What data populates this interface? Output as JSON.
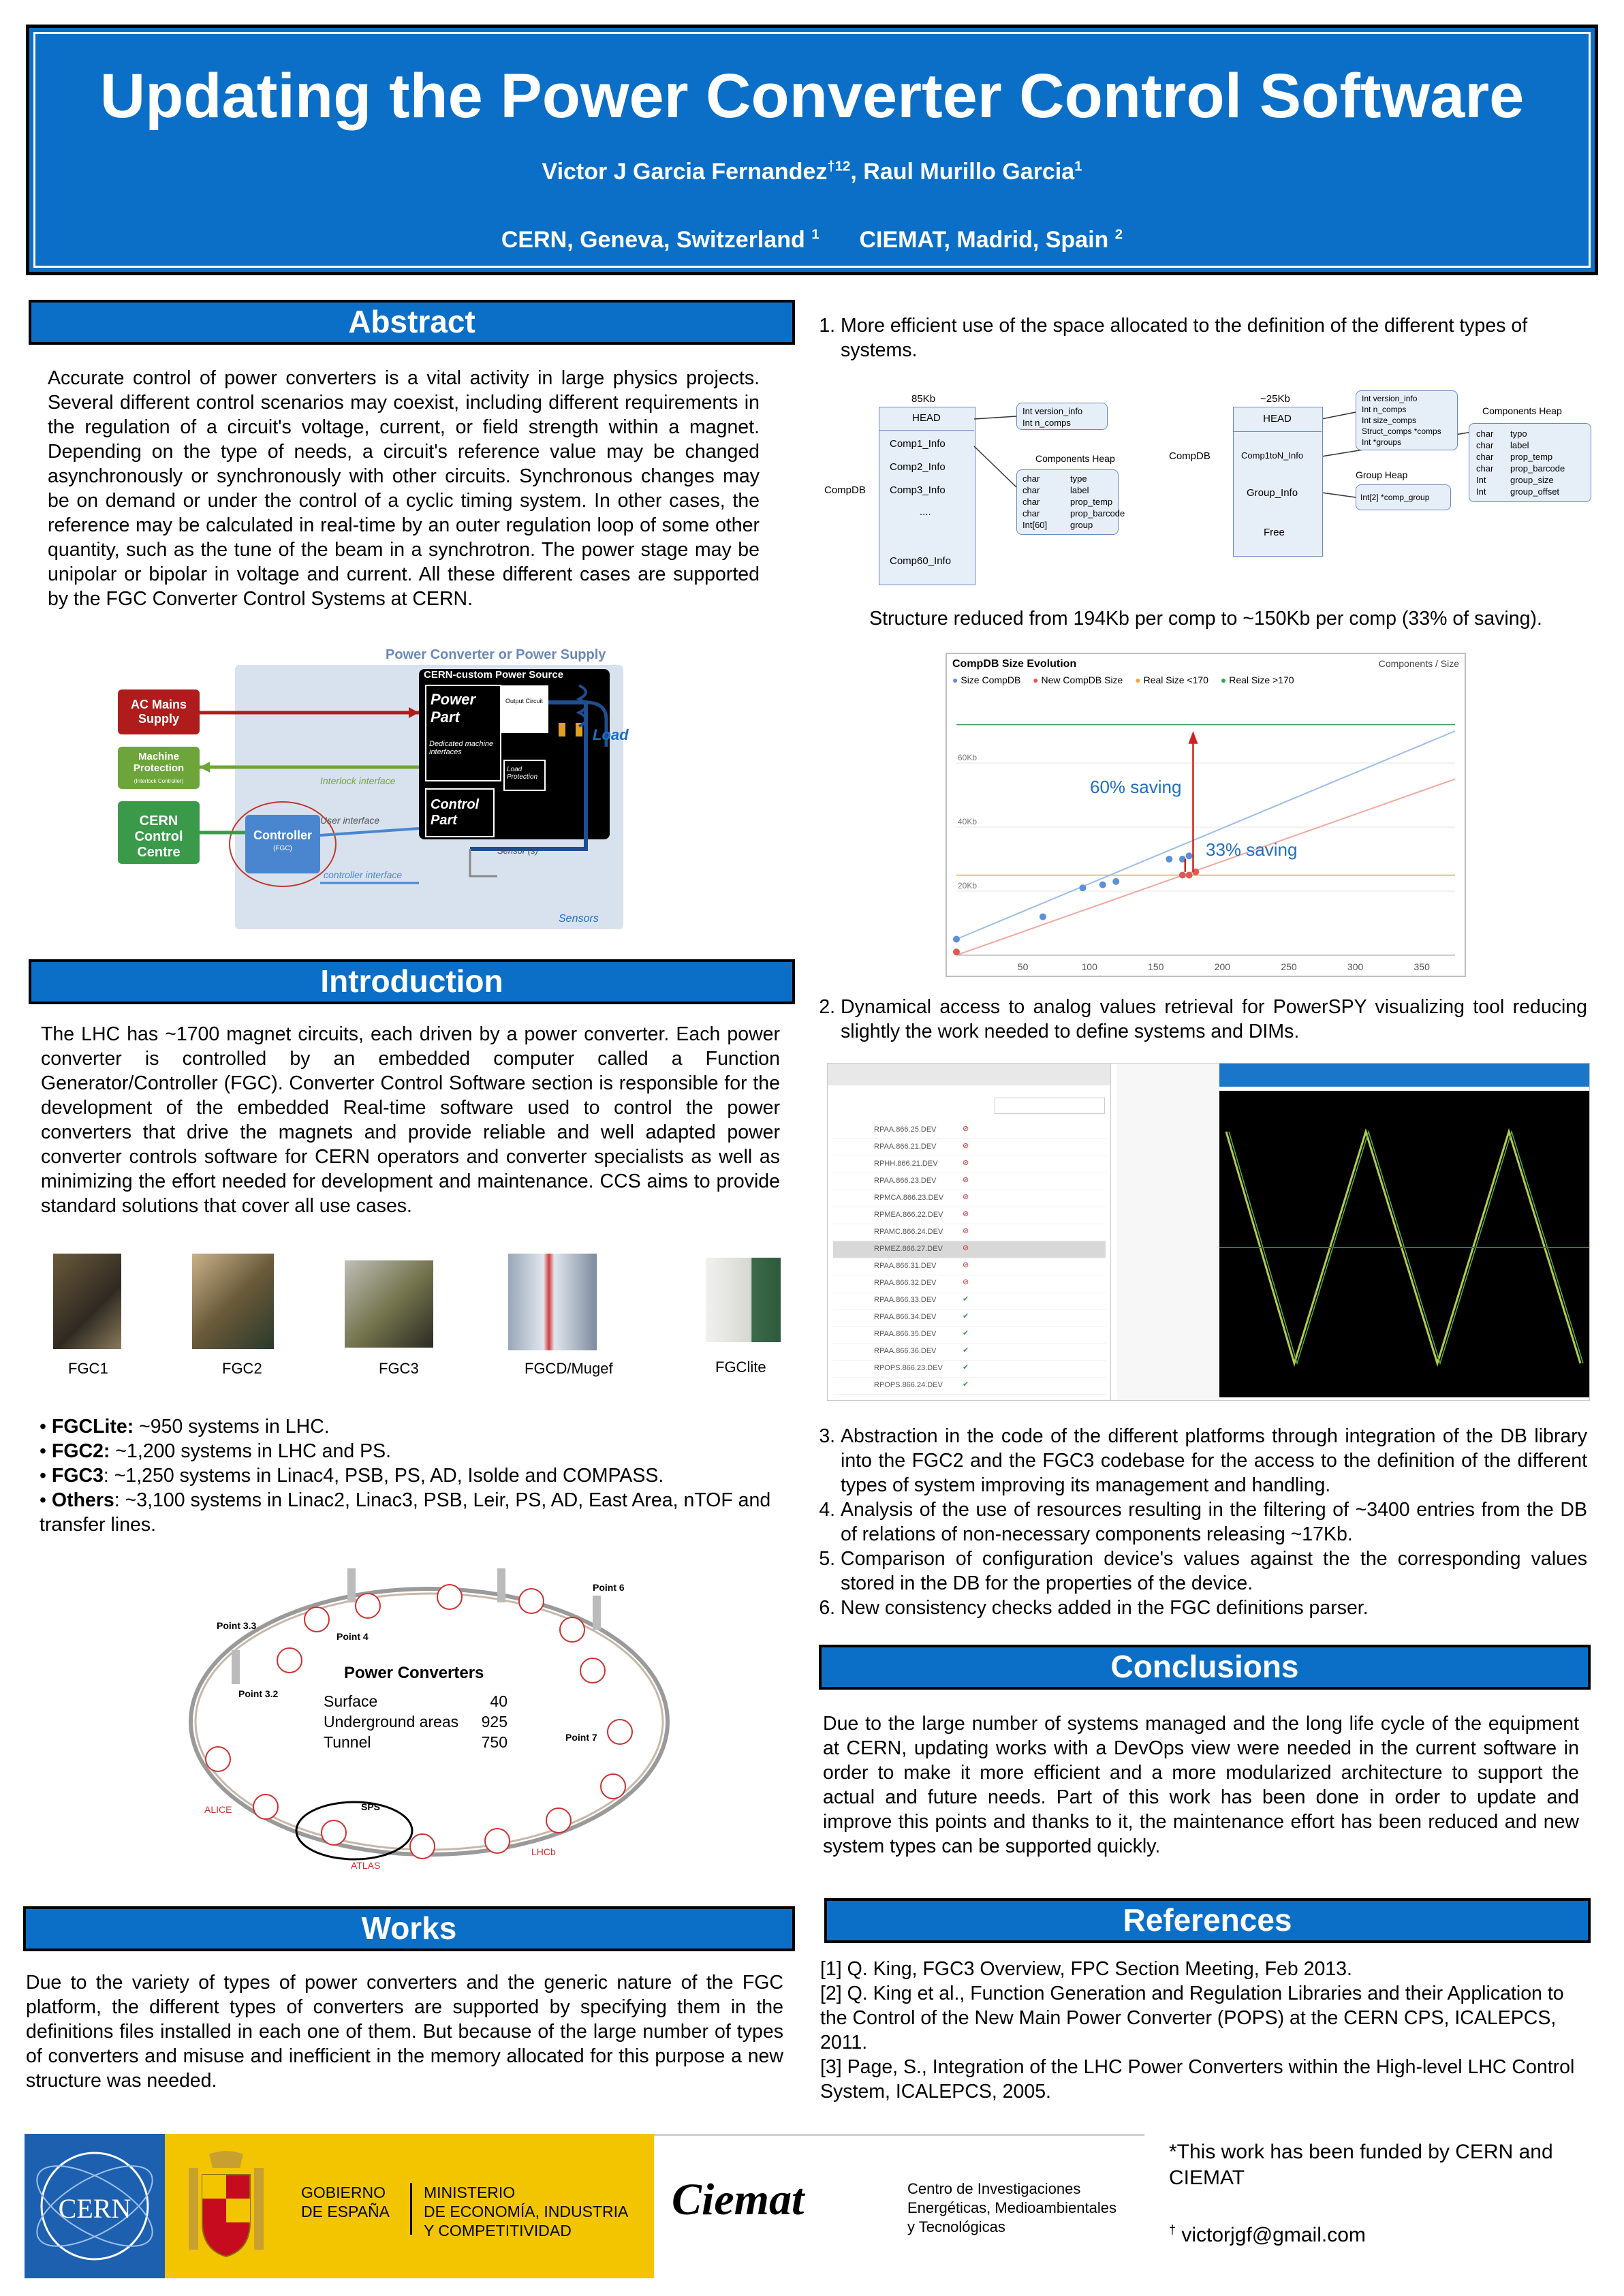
{
  "header": {
    "title": "Updating the Power Converter Control Software",
    "authors": "Victor J Garcia Fernandez",
    "author1_sup": "†12",
    "author2": ", Raul Murillo Garcia",
    "author2_sup": "1",
    "affil1": "CERN, Geneva, Switzerland",
    "affil1_sup": "1",
    "affil2": "CIEMAT, Madrid, Spain",
    "affil2_sup": "2"
  },
  "abstract": {
    "title": "Abstract",
    "text": "Accurate control of power converters is a vital activity in large physics projects. Several different control scenarios may coexist, including different requirements in the regulation of a circuit's voltage, current, or field strength within a magnet. Depending on the type of needs, a circuit's reference value may be changed asynchronously or synchronously with other circuits. Synchronous changes may be on demand or under the control of a cyclic timing system. In other cases, the reference may be calculated in real-time by an outer regulation loop of some other quantity, such as the tune of the beam in a synchrotron. The power stage may be unipolar or bipolar in voltage and current. All these different cases are supported by the FGC Converter Control Systems at CERN.",
    "diagram": {
      "outer_title": "Power Converter or Power Supply",
      "source_title": "CERN-custom Power Source",
      "ac_mains": "AC Mains Supply",
      "machine_protection": "Machine Protection",
      "machine_protection_sub": "(Interlock Controller)",
      "cern_control": "CERN Control Centre",
      "controller": "Controller",
      "controller_sub": "(FGC)",
      "power_part": "Power Part",
      "output_circuit": "Output Circuit",
      "dedicated": "Dedicated machine interfaces",
      "load_protection": "Load Protection",
      "control_part": "Control Part",
      "load": "Load",
      "interlock_interface": "Interlock interface",
      "user_interface": "User interface",
      "controller_interface": "controller interface",
      "sensor": "Sensor (s)",
      "sensors": "Sensors"
    }
  },
  "introduction": {
    "title": "Introduction",
    "text": "The LHC has ~1700 magnet circuits, each driven by a power converter. Each power converter is controlled by an embedded computer called a Function Generator/Controller (FGC). Converter Control Software section is responsible for the development of the embedded Real-time software used to control the power converters that drive the magnets and provide reliable and well adapted power converter controls software for CERN operators and converter specialists as well as minimizing the effort needed for development and maintenance. CCS aims to provide standard solutions that cover all use cases.",
    "devices": [
      "FGC1",
      "FGC2",
      "FGC3",
      "FGCD/Mugef",
      "FGClite"
    ],
    "bullets": [
      {
        "name": "FGCLite:",
        "text": " ~950 systems in LHC."
      },
      {
        "name": "FGC2:",
        "text": " ~1,200 systems in LHC and PS."
      },
      {
        "name": "FGC3",
        "text": ": ~1,250 systems in Linac4, PSB, PS, AD, Isolde and COMPASS."
      },
      {
        "name": "Others",
        "text": ": ~3,100 systems in Linac2, Linac3, PSB, Leir, PS, AD, East Area, nTOF and transfer lines."
      }
    ],
    "map": {
      "title": "Power Converters",
      "rows": [
        {
          "label": "Surface",
          "value": "40"
        },
        {
          "label": "Underground areas",
          "value": "925"
        },
        {
          "label": "Tunnel",
          "value": "750"
        }
      ],
      "points": [
        "Point 3.3",
        "Point 3.2",
        "Point 4",
        "Point 6",
        "Point 7",
        "SPS",
        "ALICE",
        "ATLAS",
        "LHCb"
      ]
    }
  },
  "works": {
    "title": "Works",
    "text": "Due to the variety of types of power converters and the generic nature of the FGC platform, the different types of converters are supported by specifying them in the definitions files installed in each one of them. But because of the large number of types of converters and misuse and inefficient in the memory allocated for this purpose a new structure was needed."
  },
  "right": {
    "item1": "More efficient use of the space allocated to the definition of the different types of systems.",
    "struct_caption": "Structure reduced from 194Kb per comp to ~150Kb per comp (33% of saving).",
    "old_struct": {
      "size": "85Kb",
      "head": "HEAD",
      "rows": [
        "Comp1_Info",
        "Comp2_Info",
        "Comp3_Info",
        "....",
        "Comp60_Info"
      ],
      "label": "CompDB",
      "header_fields": [
        "Int version_info",
        "Int n_comps"
      ],
      "heap_title": "Components Heap",
      "heap_types": [
        "char",
        "char",
        "char",
        "char",
        "Int[60]"
      ],
      "heap_names": [
        "type",
        "label",
        "prop_temp",
        "prop_barcode",
        "group"
      ]
    },
    "new_struct": {
      "size": "~25Kb",
      "head": "HEAD",
      "rows": [
        "Comp1toN_Info",
        "Group_Info",
        "Free"
      ],
      "label": "CompDB",
      "header_fields": [
        "Int version_info",
        "Int n_comps",
        "Int size_comps",
        "Struct_comps *comps",
        "Int *groups"
      ],
      "group_heap_title": "Group Heap",
      "group_heap_field": "Int[2] *comp_group",
      "heap_title": "Components Heap",
      "heap_types": [
        "char",
        "char",
        "char",
        "char",
        "Int",
        "Int"
      ],
      "heap_names": [
        "typo",
        "label",
        "prop_temp",
        "prop_barcode",
        "group_size",
        "group_offset"
      ]
    },
    "item2": "Dynamical access to analog values retrieval for PowerSPY visualizing tool reducing slightly the work needed to define systems and DIMs.",
    "items_rest": [
      "Abstraction in the code of the different platforms through integration of the DB library into the FGC2 and the FGC3 codebase for the access to the definition of the different types of system improving its management and handling.",
      "Analysis of the use of resources resulting in the filtering of ~3400 entries from the DB of relations of non-necessary components releasing ~17Kb.",
      "Comparison of configuration device's values against the the corresponding values stored in the DB for the properties of the device.",
      "New consistency checks added in the FGC definitions parser."
    ],
    "powerspy_list": [
      "RPAA.866.25.DEV",
      "RPAA.866.21.DEV",
      "RPHH.866.21.DEV",
      "RPAA.866.23.DEV",
      "RPMCA.866.23.DEV",
      "RPMEA.866.22.DEV",
      "RPAMC.866.24.DEV",
      "RPMEZ.866.27.DEV",
      "RPAA.866.31.DEV",
      "RPAA.866.32.DEV",
      "RPAA.866.33.DEV",
      "RPAA.866.34.DEV",
      "RPAA.866.35.DEV",
      "RPAA.866.36.DEV",
      "RPOPS.866.23.DEV",
      "RPOPS.866.24.DEV"
    ]
  },
  "chart_data": {
    "type": "scatter",
    "title": "CompDB Size Evolution",
    "corner_label": "Components / Size",
    "legend": [
      "Size CompDB",
      "New CompDB Size",
      "Real Size <170",
      "Real Size >170"
    ],
    "legend_colors": [
      "#5b8fd8",
      "#e05a4f",
      "#f0a63c",
      "#3aa05a"
    ],
    "x_ticks": [
      50,
      100,
      150,
      200,
      250,
      300,
      350
    ],
    "y_ticks": [
      "20Kb",
      "40Kb",
      "60Kb"
    ],
    "xlim": [
      0,
      375
    ],
    "ylim": [
      0,
      80
    ],
    "series": [
      {
        "name": "Size CompDB",
        "x": [
          0,
          65,
          95,
          110,
          120,
          160,
          170,
          175
        ],
        "y": [
          5,
          12,
          21,
          22,
          23,
          30,
          30,
          31
        ]
      },
      {
        "name": "New CompDB Size",
        "x": [
          0,
          170,
          175,
          180
        ],
        "y": [
          1,
          25,
          25,
          26
        ]
      }
    ],
    "annotations": [
      "60% saving",
      "33% saving"
    ]
  },
  "conclusions": {
    "title": "Conclusions",
    "text": "Due to the large number of systems managed and the long life cycle of the equipment at CERN, updating works with a DevOps view were needed in the current software in order to make it more efficient and a more modularized architecture to support the actual and future needs. Part of this work has been done in order to update and improve this points and thanks to it, the maintenance effort has been reduced and new system types can be supported quickly."
  },
  "references": {
    "title": "References",
    "items": [
      "[1] Q. King, FGC3 Overview, FPC Section Meeting, Feb 2013.",
      "[2] Q. King et al., Function Generation and Regulation Libraries and their Application to the Control of the New Main Power Converter (POPS) at the CERN CPS, ICALEPCS, 2011.",
      "[3] Page, S., Integration of the LHC Power Converters within the High-level LHC Control System, ICALEPCS, 2005."
    ]
  },
  "footer": {
    "cern_logo": "CERN",
    "gobierno": "GOBIERNO\nDE ESPAÑA",
    "ministerio": "MINISTERIO\nDE ECONOMÍA, INDUSTRIA\nY COMPETITIVIDAD",
    "ciemat_logo": "Ciemat",
    "ciemat_text": "Centro de Investigaciones\nEnergéticas, Medioambientales\ny Tecnológicas",
    "funding": "*This work has been funded by CERN and CIEMAT",
    "email_mark": "†",
    "email": " victorjgf@gmail.com"
  }
}
